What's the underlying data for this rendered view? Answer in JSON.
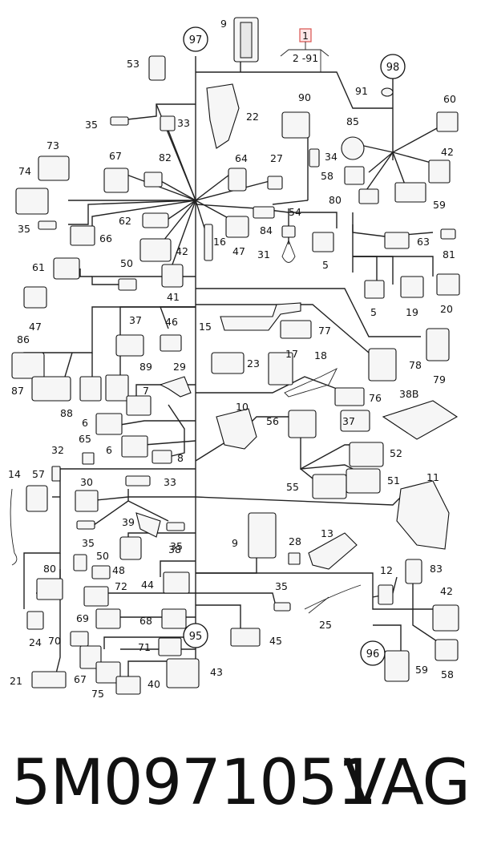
{
  "caption": {
    "part_number": "5M0971051",
    "brand": "VAG"
  },
  "top_reference": {
    "label": "1",
    "sub": "2 -91",
    "color": "#d9534f"
  },
  "circles": [
    "97",
    "98",
    "95",
    "96"
  ],
  "labels": [
    "9",
    "53",
    "22",
    "35",
    "33",
    "73",
    "67",
    "82",
    "64",
    "27",
    "90",
    "91",
    "60",
    "85",
    "42",
    "58",
    "80",
    "59",
    "74",
    "34",
    "35",
    "66",
    "62",
    "54",
    "16",
    "47",
    "84",
    "63",
    "81",
    "61",
    "50",
    "42",
    "31",
    "5",
    "47",
    "41",
    "5",
    "19",
    "20",
    "37",
    "46",
    "15",
    "77",
    "86",
    "23",
    "17",
    "18",
    "78",
    "79",
    "87",
    "89",
    "29",
    "76",
    "88",
    "7",
    "38B",
    "6",
    "10",
    "56",
    "37",
    "65",
    "32",
    "6",
    "8",
    "52",
    "14",
    "57",
    "30",
    "33",
    "55",
    "51",
    "11",
    "9",
    "28",
    "13",
    "39",
    "35",
    "50",
    "48",
    "38",
    "35",
    "83",
    "80",
    "12",
    "44",
    "72",
    "35",
    "42",
    "69",
    "68",
    "25",
    "24",
    "70",
    "71",
    "45",
    "59",
    "58",
    "67",
    "75",
    "40",
    "43",
    "21"
  ]
}
